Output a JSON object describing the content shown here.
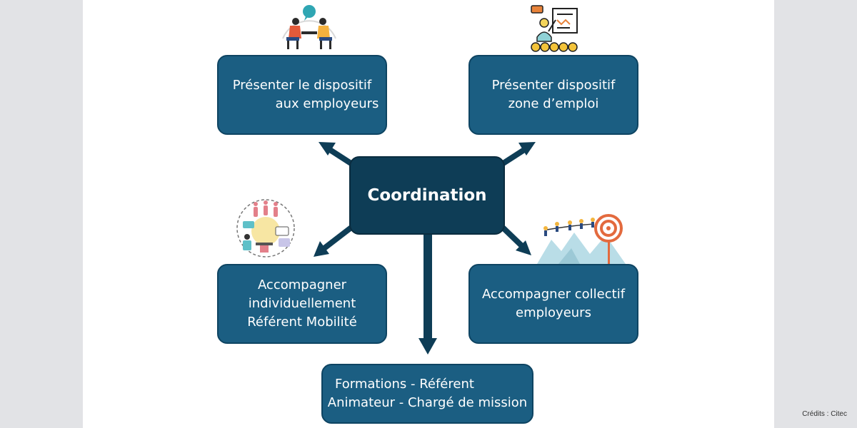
{
  "colors": {
    "box_fill": "#1b5e82",
    "center_fill": "#0e3d56",
    "arrow": "#0e3d56",
    "page_background": "#e2e3e6"
  },
  "center": {
    "label": "Coordination"
  },
  "boxes": {
    "top_left": {
      "lines": [
        "Présenter le dispositif",
        "aux employeurs"
      ]
    },
    "top_right": {
      "lines": [
        "Présenter dispositif",
        "zone d’emploi"
      ]
    },
    "middle_left": {
      "lines": [
        "Accompagner",
        "individuellement",
        "Référent Mobilité"
      ]
    },
    "middle_right": {
      "lines": [
        "Accompagner collectif",
        "employeurs"
      ]
    },
    "bottom": {
      "lines": [
        "Formations - Référent",
        "Animateur - Chargé de mission"
      ]
    }
  },
  "icons": {
    "top_left": "meeting-conversation-icon",
    "top_right": "presentation-audience-icon",
    "middle_left": "group-discussion-icon",
    "middle_right": "climbing-to-target-icon"
  },
  "credits": "Crédits : Citec"
}
